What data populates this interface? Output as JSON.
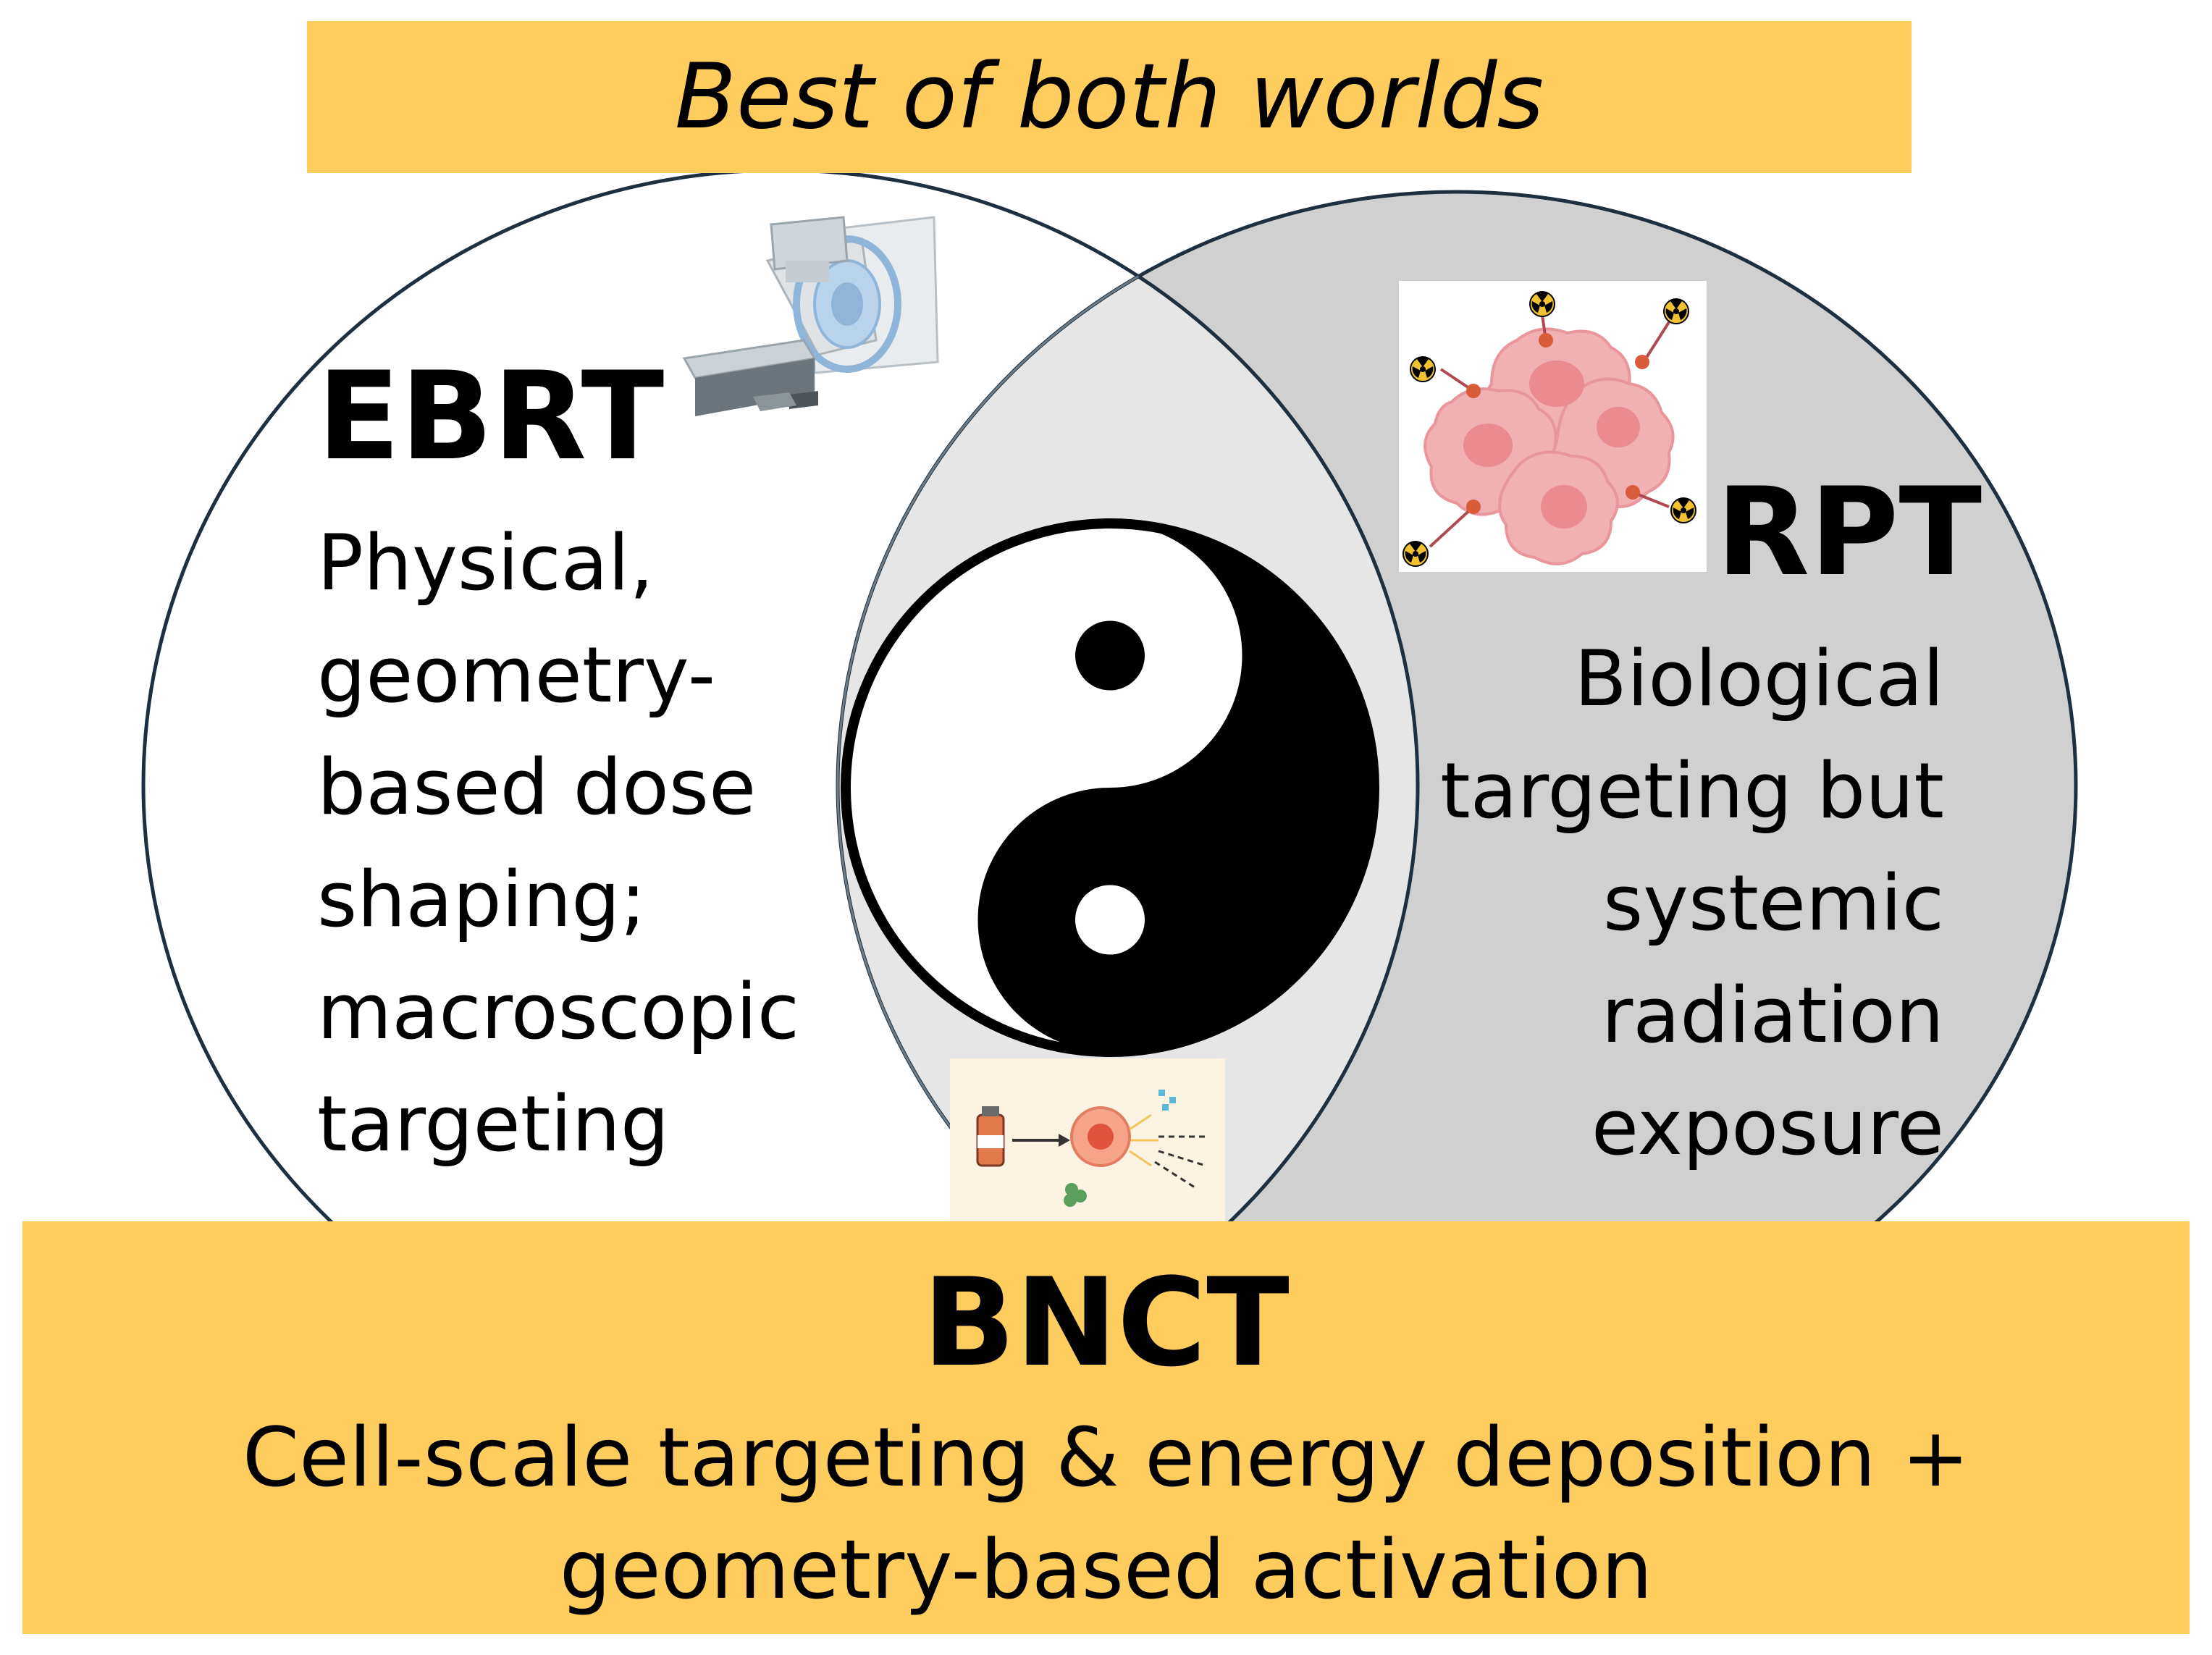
{
  "header": {
    "title": "Best of both worlds"
  },
  "ebrt": {
    "title": "EBRT",
    "description_lines": [
      "Physical,",
      "geometry-",
      "based dose",
      "shaping;",
      "macroscopic",
      "targeting"
    ],
    "icon": "radiotherapy-machine-icon"
  },
  "rpt": {
    "title": "RPT",
    "description_lines": [
      "Biological",
      "targeting but",
      "systemic",
      "radiation",
      "exposure"
    ],
    "icon": "radiolabeled-cells-icon"
  },
  "center": {
    "icon": "yin-yang-icon",
    "small_icon": "boron-delivery-icon"
  },
  "bnct": {
    "title": "BNCT",
    "description_lines": [
      "Cell-scale targeting & energy deposition +",
      "geometry-based activation"
    ]
  },
  "colors": {
    "banner": "#ffcc5e",
    "rpt_circle": "#d0d0d0",
    "overlap": "#e6e6e6",
    "circle_stroke": "#1e3040"
  }
}
